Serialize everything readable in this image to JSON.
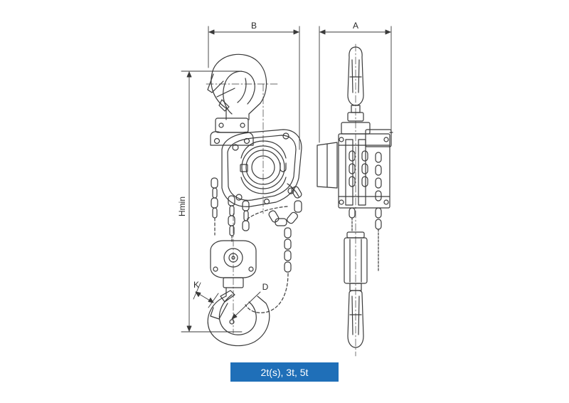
{
  "diagram": {
    "dimension_labels": {
      "a": "A",
      "b": "B",
      "hmin": "Hmin",
      "k": "K",
      "d": "D"
    }
  },
  "caption": "2t(s), 3t, 5t",
  "colors": {
    "line": "#3a3a3a",
    "caption_background": "#1f6fb8",
    "caption_text": "#ffffff"
  }
}
